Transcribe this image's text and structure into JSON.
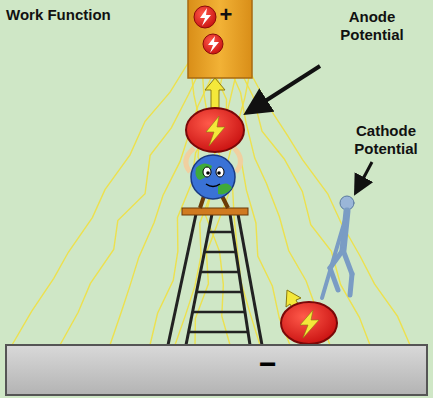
{
  "diagram": {
    "nodes": [
      {
        "text": [
          "−"
        ]
      }
    ],
    "labels": [
      "Work Function",
      "Anode Potential",
      "Cathode Potential",
      "+"
    ]
  }
}
